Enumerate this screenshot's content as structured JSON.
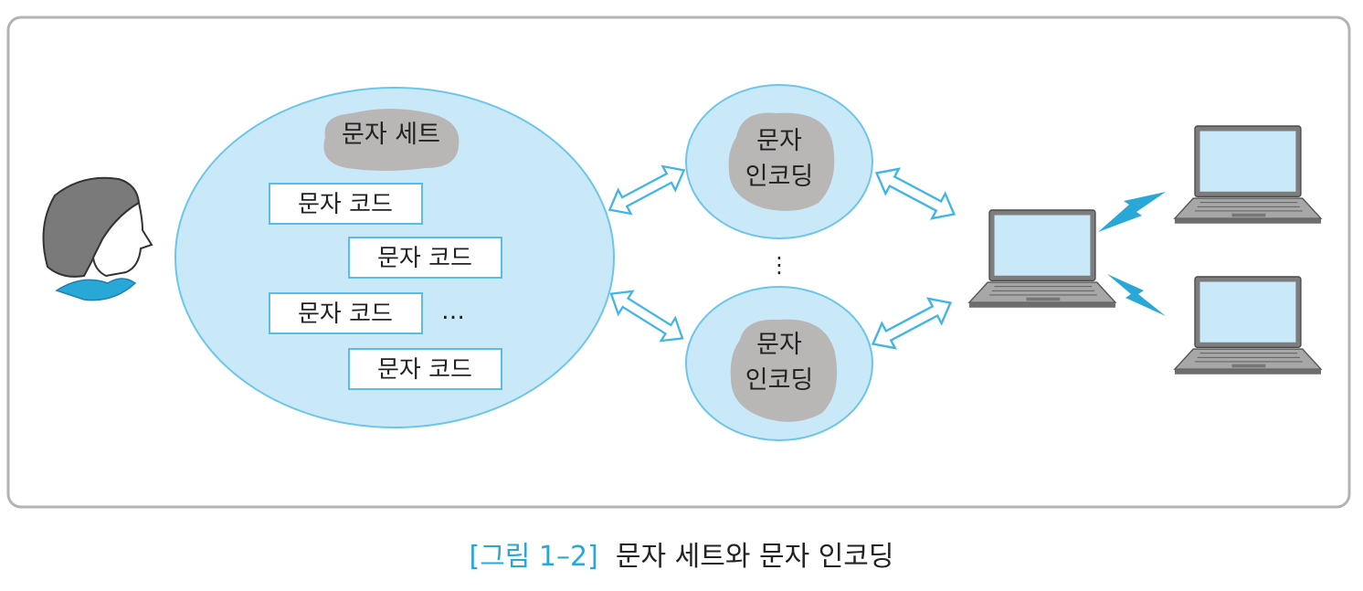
{
  "set_title": "문자 세트",
  "codes": [
    "문자 코드",
    "문자 코드",
    "문자 코드",
    "문자 코드"
  ],
  "more": "…",
  "encoding_top": [
    "문자",
    "인코딩"
  ],
  "encoding_bottom": [
    "문자",
    "인코딩"
  ],
  "vdots": "⋮",
  "caption": {
    "number": "[그림 1–2]",
    "text": "문자 세트와 문자 인코딩"
  },
  "colors": {
    "bubble": "#c9e9f9",
    "bubble_stroke": "#6cc5ea",
    "arrow": "#40b5e6",
    "blob": "#b9b6b6",
    "frame": "#b3b3b3",
    "accent": "#29a8d8"
  }
}
